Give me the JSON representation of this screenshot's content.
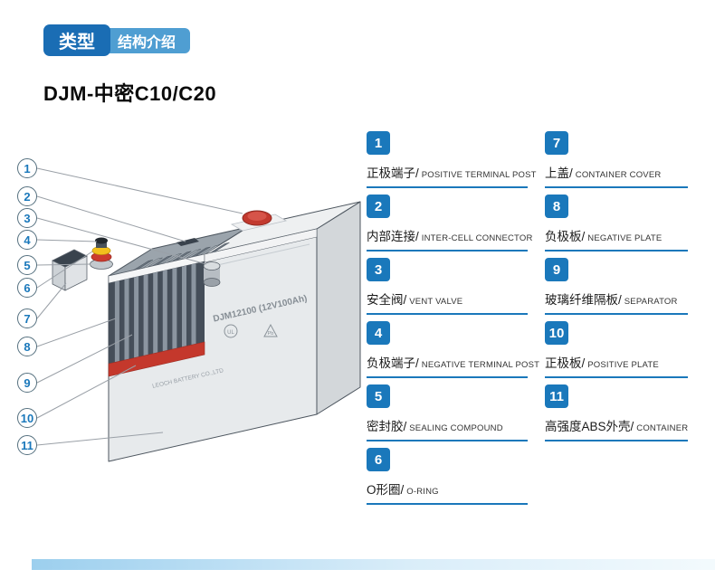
{
  "header": {
    "tag_primary": "类型",
    "tag_secondary": "结构介绍"
  },
  "title": "DJM-中密C10/C20",
  "battery_markings": {
    "model": "DJM12100 (12V100Ah)",
    "company": "LEOCH BATTERY CO.,LTD",
    "cert_ul": "UL",
    "cert_pb": "Pb"
  },
  "callouts": [
    "1",
    "2",
    "3",
    "4",
    "5",
    "6",
    "7",
    "8",
    "9",
    "10",
    "11"
  ],
  "legend": {
    "col1": [
      {
        "num": "1",
        "zh": "正极端子/",
        "en": "POSITIVE TERMINAL POST"
      },
      {
        "num": "2",
        "zh": "内部连接/",
        "en": "INTER-CELL CONNECTOR"
      },
      {
        "num": "3",
        "zh": "安全阀/",
        "en": "VENT VALVE"
      },
      {
        "num": "4",
        "zh": "负极端子/",
        "en": "NEGATIVE TERMINAL POST"
      },
      {
        "num": "5",
        "zh": "密封胶/",
        "en": "SEALING COMPOUND"
      },
      {
        "num": "6",
        "zh": "O形圈/",
        "en": "O-RING"
      }
    ],
    "col2": [
      {
        "num": "7",
        "zh": "上盖/",
        "en": "CONTAINER COVER"
      },
      {
        "num": "8",
        "zh": "负极板/",
        "en": "NEGATIVE PLATE"
      },
      {
        "num": "9",
        "zh": "玻璃纤维隔板/",
        "en": "SEPARATOR"
      },
      {
        "num": "10",
        "zh": "正极板/",
        "en": "POSITIVE PLATE"
      },
      {
        "num": "11",
        "zh": "高强度ABS外壳/",
        "en": "CONTAINER"
      }
    ]
  },
  "colors": {
    "accent_blue": "#1a78bb",
    "tag_primary_bg": "#1a6db4",
    "tag_secondary_bg": "#4f9ed2",
    "positive_plate_red": "#c4382c",
    "oring_yellow": "#f2c01d",
    "terminal_cap_red": "#c2392e"
  }
}
